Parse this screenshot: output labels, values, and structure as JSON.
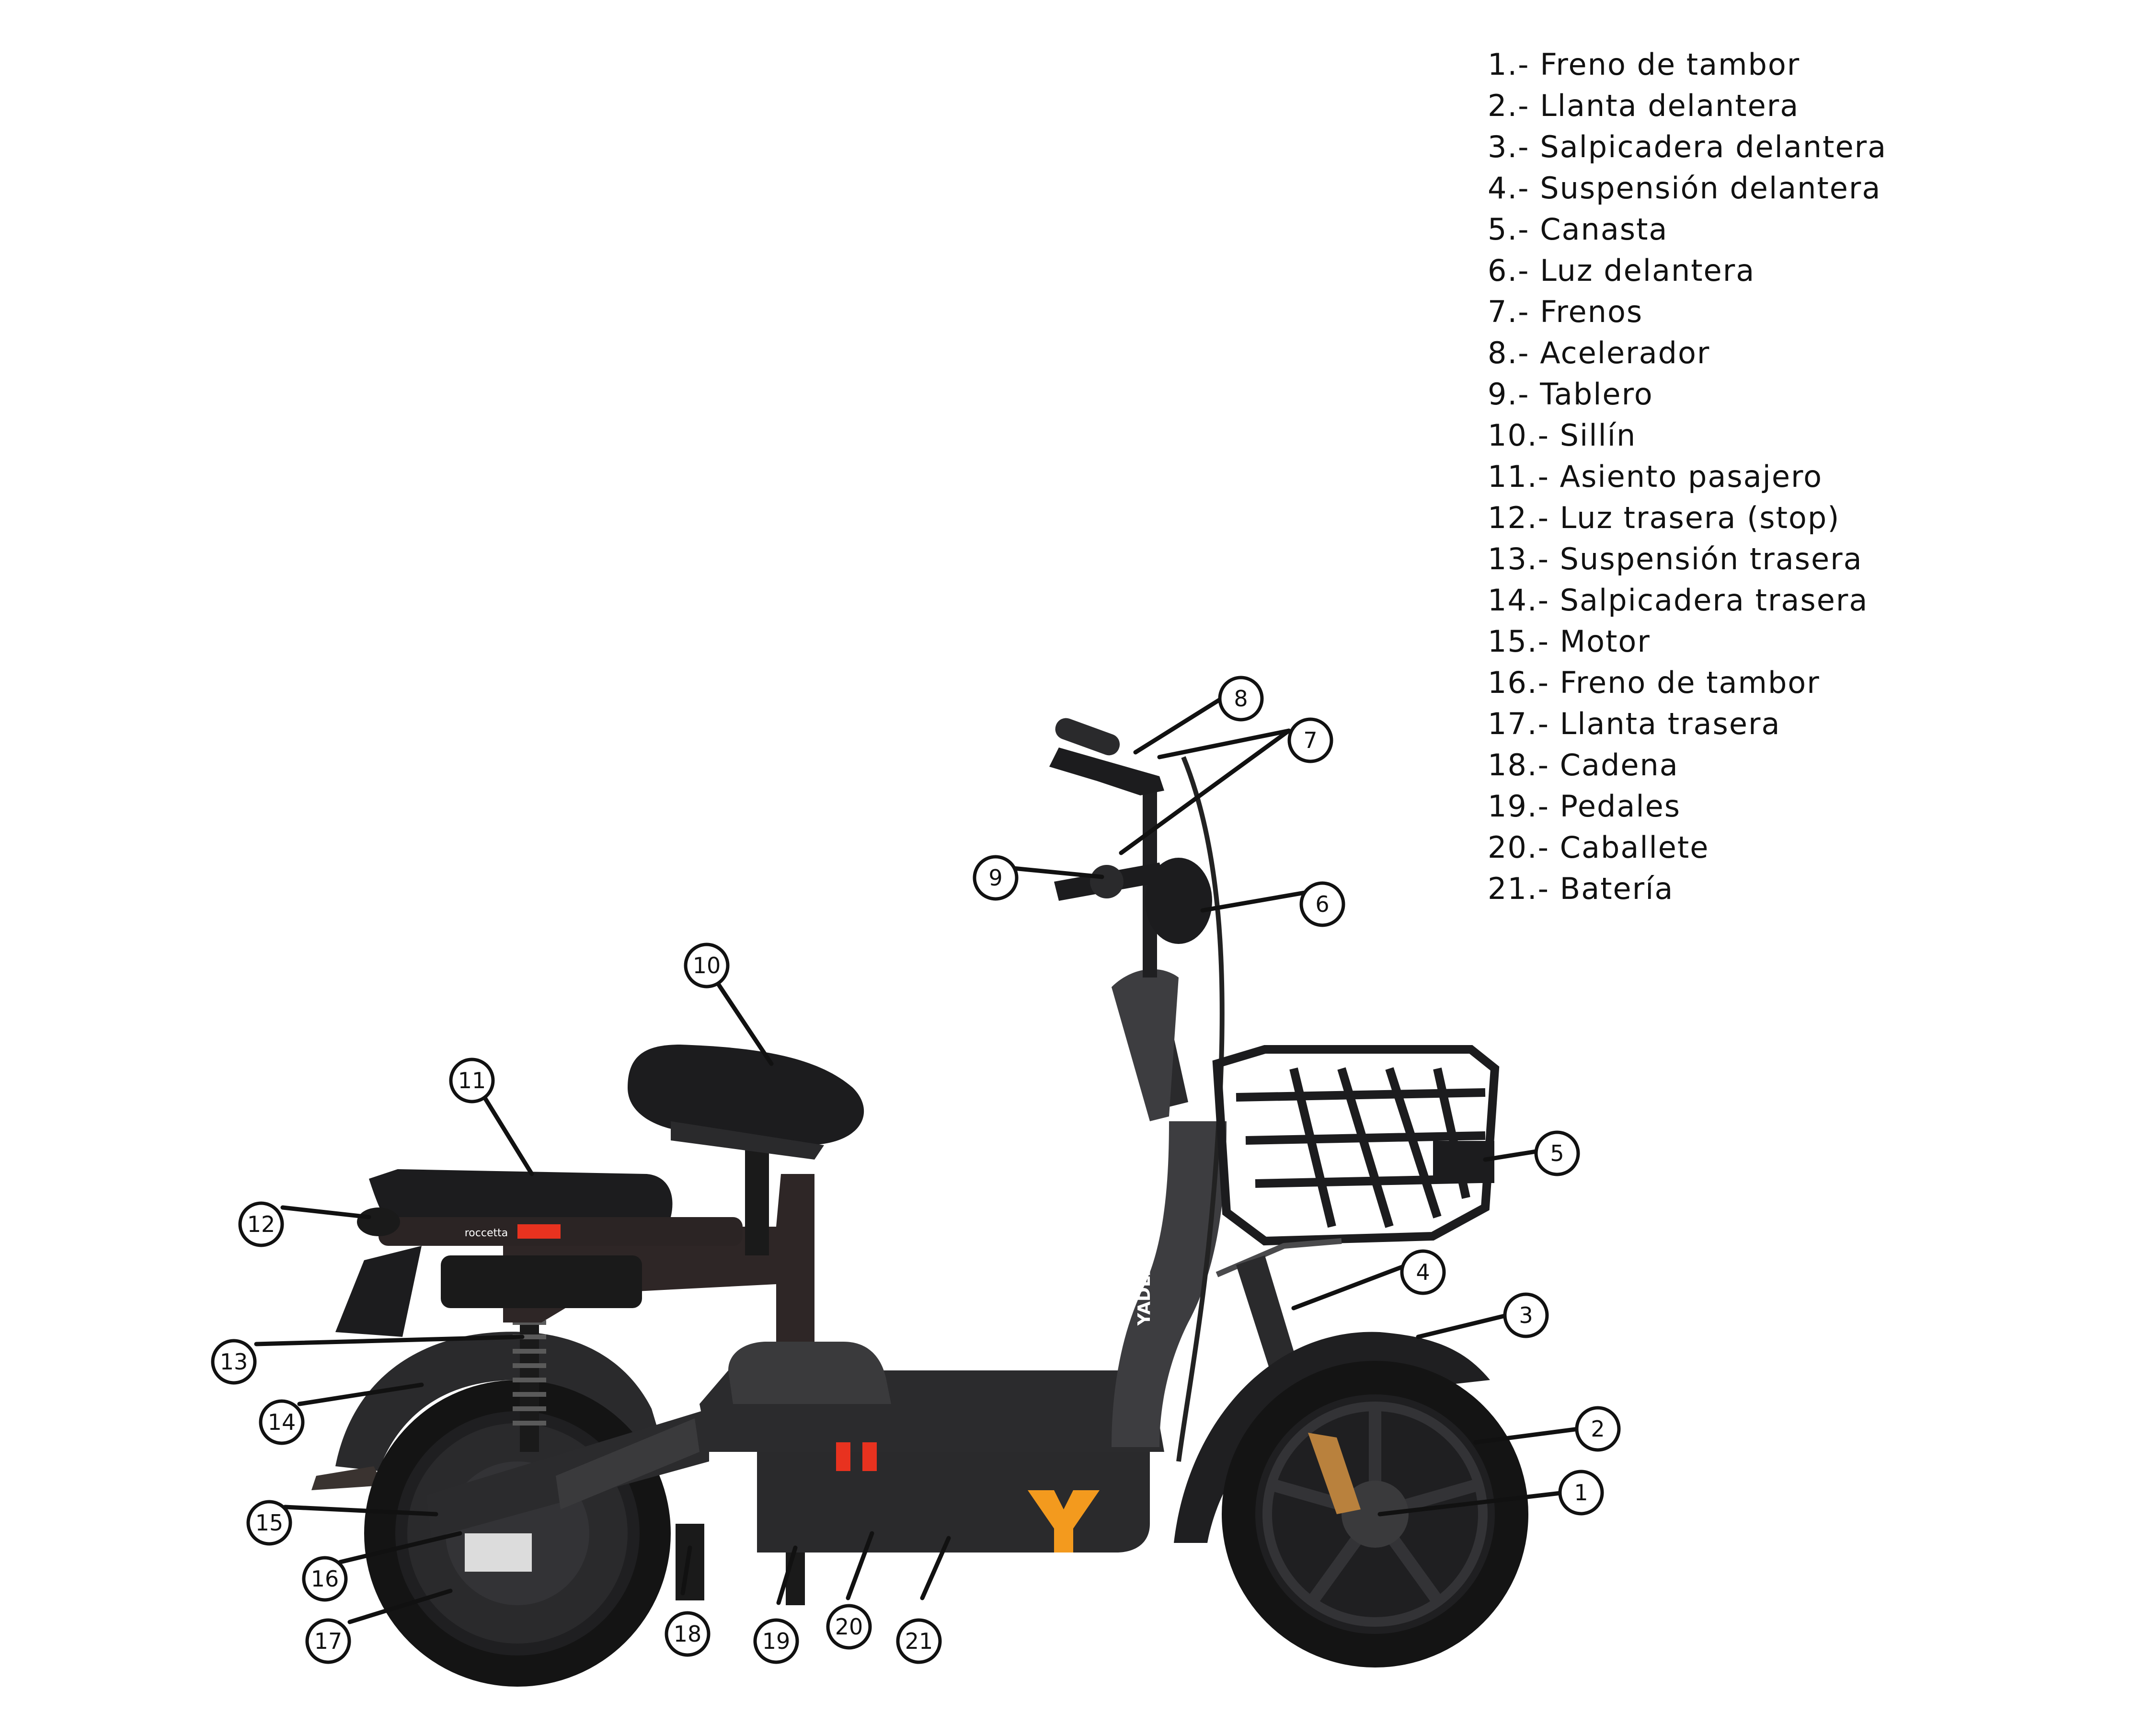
{
  "legend": [
    "1.- Freno de tambor",
    "2.- Llanta delantera",
    "3.- Salpicadera delantera",
    "4.- Suspensión delantera",
    "5.- Canasta",
    "6.- Luz delantera",
    "7.- Frenos",
    "8.- Acelerador",
    "9.- Tablero",
    "10.- Sillín",
    "11.- Asiento pasajero",
    "12.- Luz trasera (stop)",
    "13.- Suspensión trasera",
    "14.- Salpicadera trasera",
    "15.- Motor",
    "16.- Freno de tambor",
    "17.- Llanta trasera",
    "18.- Cadena",
    "19.- Pedales",
    "20.- Caballete",
    "21.- Batería"
  ],
  "callouts": [
    "1",
    "2",
    "3",
    "4",
    "5",
    "6",
    "7",
    "8",
    "9",
    "10",
    "11",
    "12",
    "13",
    "14",
    "15",
    "16",
    "17",
    "18",
    "19",
    "20",
    "21"
  ],
  "branding": {
    "frame_logo": "YADEA",
    "seat_logo": "roccetta"
  },
  "colors": {
    "frame": "#3d3d40",
    "dark": "#1c1c1e",
    "tire": "#141414",
    "accent_red": "#e8321f",
    "logo_orange": "#f39a1e",
    "line": "#111111"
  }
}
